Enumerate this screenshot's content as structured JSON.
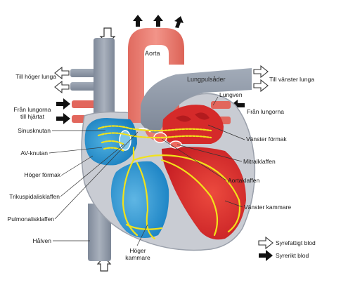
{
  "labels": {
    "aorta": "Aorta",
    "lungpulsader": "Lungpulsåder",
    "lungven": "Lungven",
    "till_hoger_lunga": "Till höger lunga",
    "till_vanster_lunga": "Till vänster lunga",
    "fran_lungorna_left_1": "Från lungorna",
    "fran_lungorna_left_2": "till hjärtat",
    "fran_lungorna_right": "Från lungorna",
    "sinusknutan": "Sinusknutan",
    "vanster_formak": "Vänster förmak",
    "av_knutan": "AV-knutan",
    "mitralklaffen": "Mitralklaffen",
    "hoger_formak": "Höger förmak",
    "aortaklaffen": "Aortaklaffen",
    "trikuspidalisklaffen": "Trikuspidalisklaffen",
    "vanster_kammare": "Vänster kammare",
    "pulmonalisklaffen": "Pulmonalisklaffen",
    "halven": "Hålven",
    "hoger_kammare_1": "Höger",
    "hoger_kammare_2": "kammare"
  },
  "legend": {
    "oxygen_poor": "Syrefattigt blod",
    "oxygen_rich": "Syrerikt blod"
  },
  "colors": {
    "aorta": "#e8756a",
    "pulmonary": "#8d97a6",
    "vena_cava": "#8e98a8",
    "left_heart": "#d92b2b",
    "right_heart": "#2c9bd6",
    "conduction": "#f2e21a",
    "wall": "#c9ccd3"
  }
}
